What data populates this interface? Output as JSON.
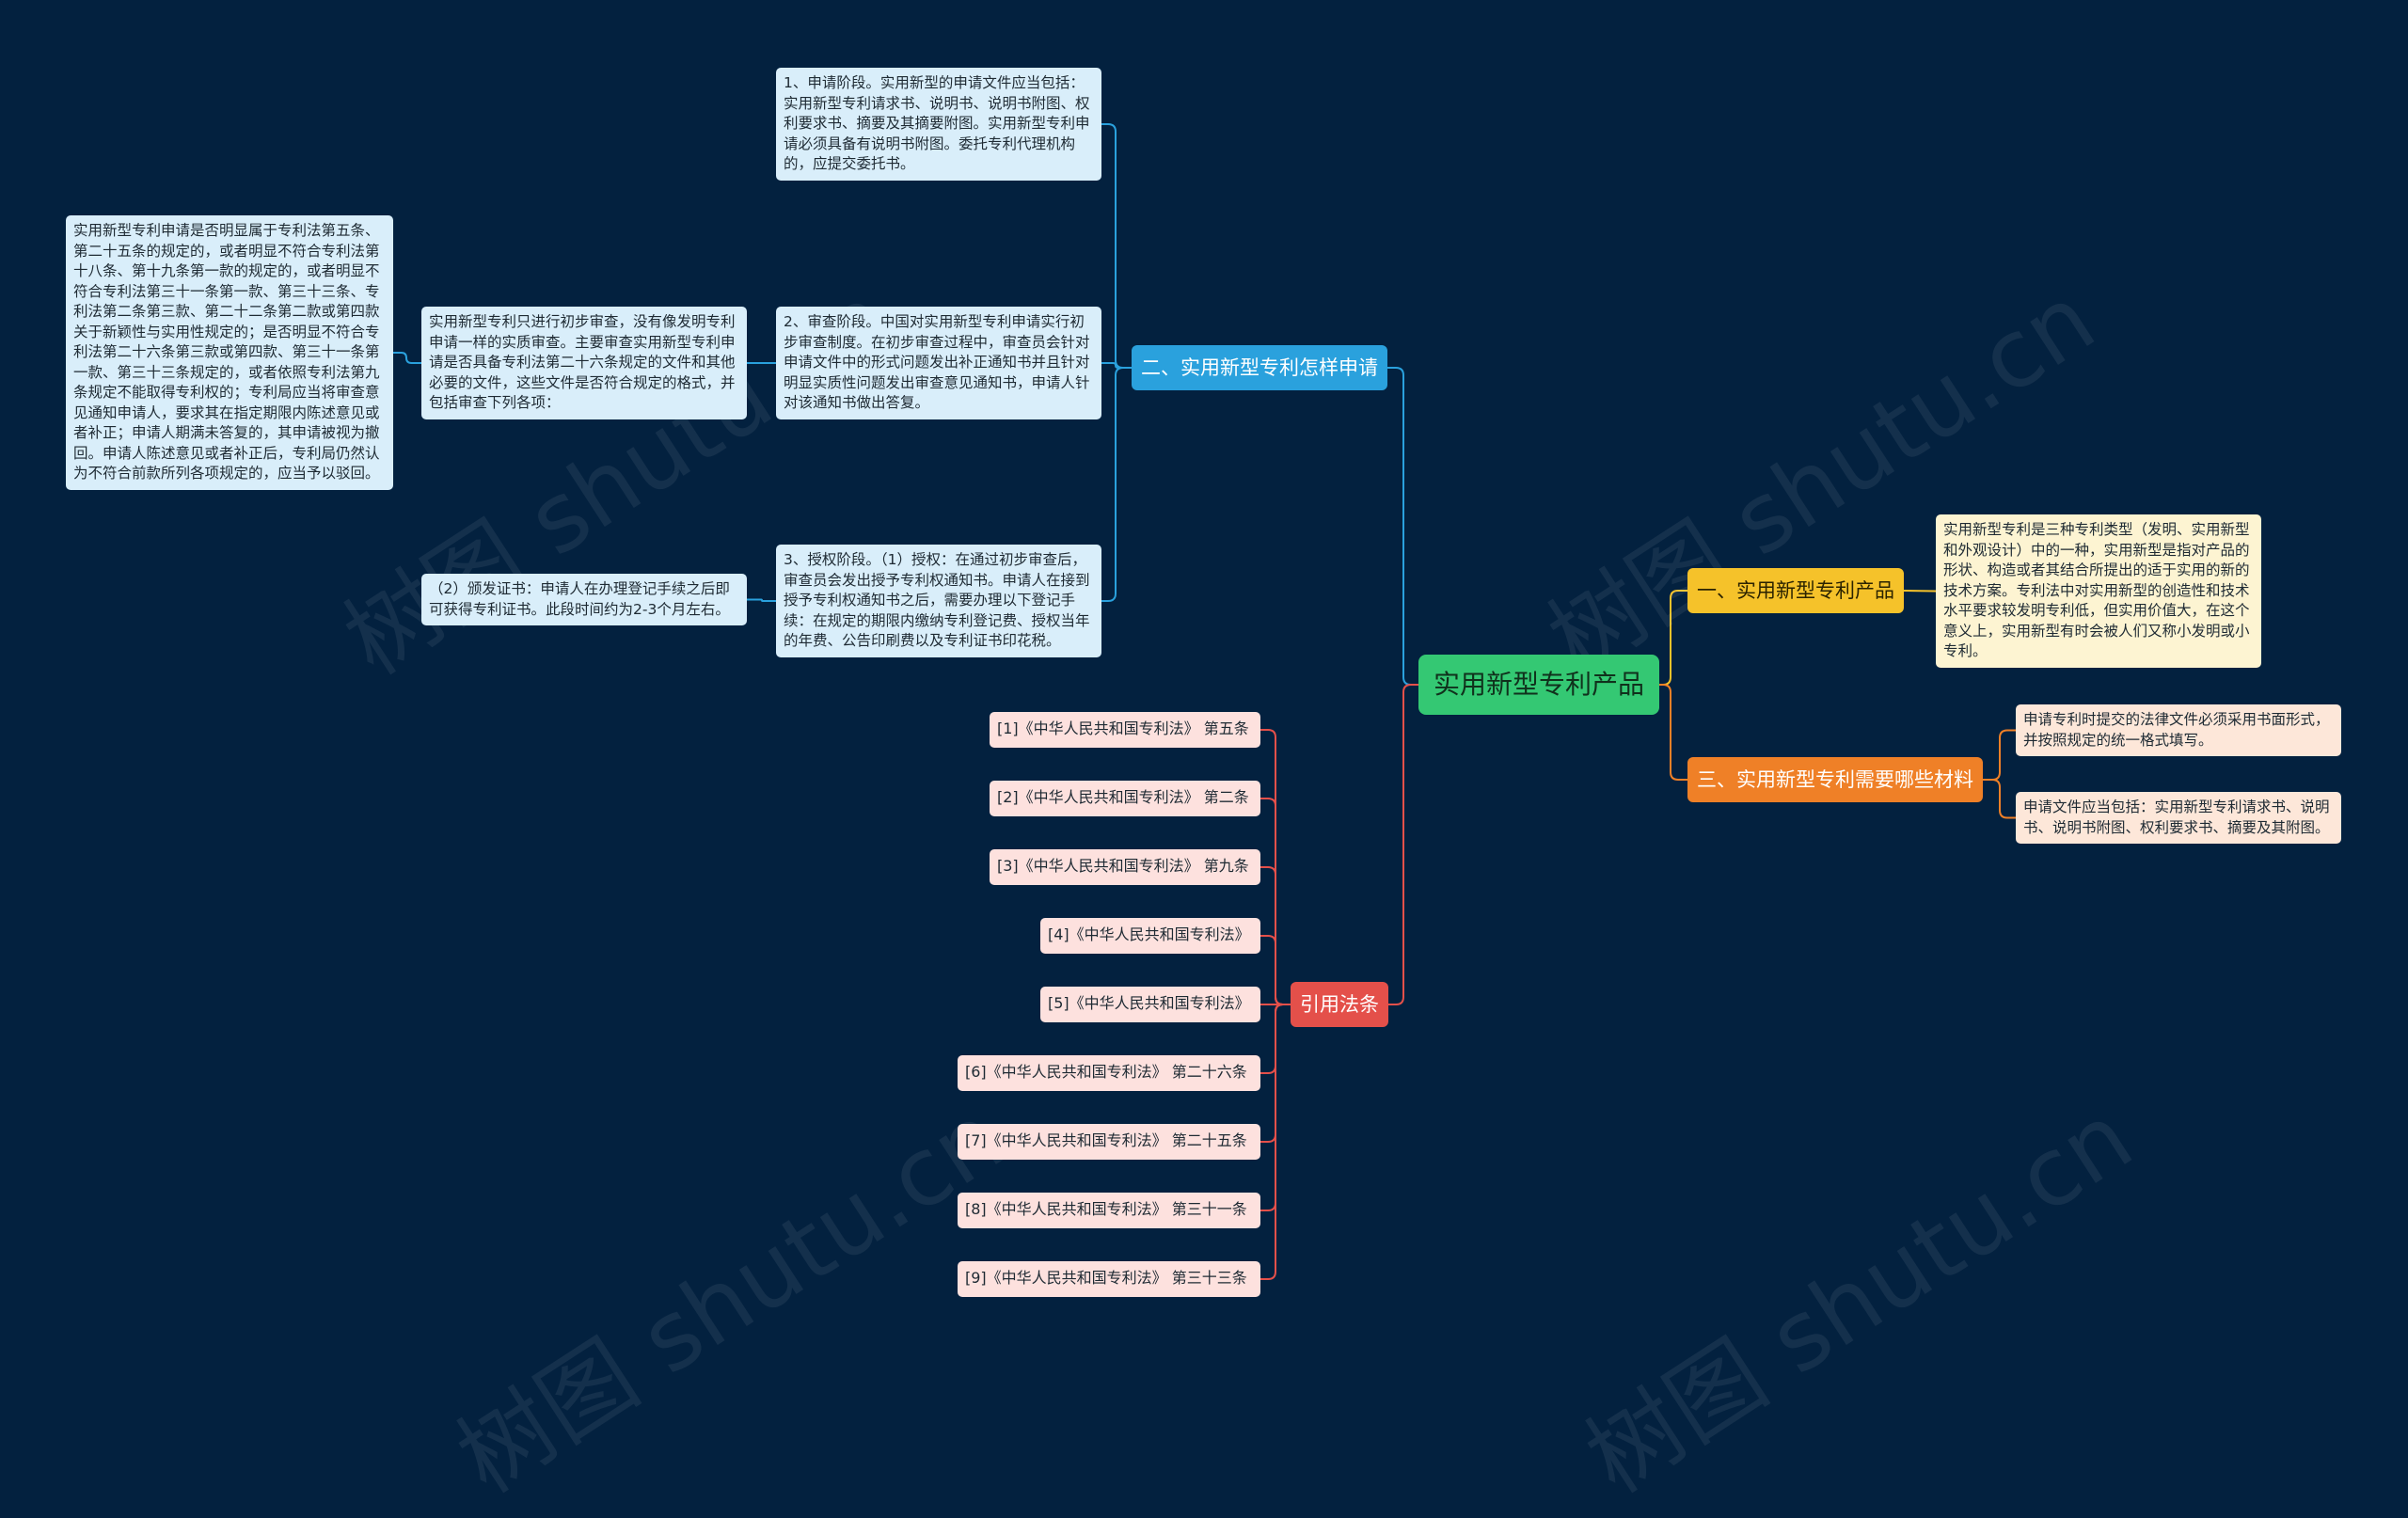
{
  "colors": {
    "background": "#03213f",
    "root": "#34c873",
    "branch_blue": "#2aa1dd",
    "branch_yellow": "#f5c22a",
    "branch_orange": "#ef8027",
    "branch_red": "#e4504a",
    "text_blue": "#d9eefa",
    "text_yellow": "#fdf4d2",
    "text_orange": "#fde7d9",
    "text_red": "#fde1de"
  },
  "watermark": "树图 shutu.cn",
  "root": {
    "label": "实用新型专利产品"
  },
  "branches": {
    "how_to_apply": {
      "label": "二、实用新型专利怎样申请",
      "stage1": "1、申请阶段。实用新型的申请文件应当包括：实用新型专利请求书、说明书、说明书附图、权利要求书、摘要及其摘要附图。实用新型专利申请必须具备有说明书附图。委托专利代理机构的，应提交委托书。",
      "stage2": "2、审查阶段。中国对实用新型专利申请实行初步审查制度。在初步审查过程中，审查员会针对申请文件中的形式问题发出补正通知书并且针对明显实质性问题发出审查意见通知书，申请人针对该通知书做出答复。",
      "stage2_detail": "实用新型专利只进行初步审查，没有像发明专利申请一样的实质审查。主要审查实用新型专利申请是否具备专利法第二十六条规定的文件和其他必要的文件，这些文件是否符合规定的格式，并包括审查下列各项：",
      "stage2_items": "实用新型专利申请是否明显属于专利法第五条、第二十五条的规定的，或者明显不符合专利法第十八条、第十九条第一款的规定的，或者明显不符合专利法第三十一条第一款、第三十三条、专利法第二条第三款、第二十二条第二款或第四款关于新颖性与实用性规定的；是否明显不符合专利法第二十六条第三款或第四款、第三十一条第一款、第三十三条规定的，或者依照专利法第九条规定不能取得专利权的；专利局应当将审查意见通知申请人，要求其在指定期限内陈述意见或者补正；申请人期满未答复的，其申请被视为撤回。申请人陈述意见或者补正后，专利局仍然认为不符合前款所列各项规定的，应当予以驳回。",
      "stage3": "3、授权阶段。（1）授权：在通过初步审查后，审查员会发出授予专利权通知书。申请人在接到授予专利权通知书之后，需要办理以下登记手续：在规定的期限内缴纳专利登记费、授权当年的年费、公告印刷费以及专利证书印花税。",
      "stage3_detail": "（2）颁发证书：申请人在办理登记手续之后即可获得专利证书。此段时间约为2-3个月左右。"
    },
    "product": {
      "label": "一、实用新型专利产品",
      "text": "实用新型专利是三种专利类型（发明、实用新型和外观设计）中的一种，实用新型是指对产品的形状、构造或者其结合所提出的适于实用的新的技术方案。专利法中对实用新型的创造性和技术水平要求较发明专利低，但实用价值大，在这个意义上，实用新型有时会被人们又称小发明或小专利。"
    },
    "materials": {
      "label": "三、实用新型专利需要哪些材料",
      "items": [
        "申请专利时提交的法律文件必须采用书面形式，并按照规定的统一格式填写。",
        "申请文件应当包括：实用新型专利请求书、说明书、说明书附图、权利要求书、摘要及其附图。"
      ]
    },
    "references": {
      "label": "引用法条",
      "items": [
        "[1]《中华人民共和国专利法》 第五条",
        "[2]《中华人民共和国专利法》 第二条",
        "[3]《中华人民共和国专利法》 第九条",
        "[4]《中华人民共和国专利法》",
        "[5]《中华人民共和国专利法》",
        "[6]《中华人民共和国专利法》 第二十六条",
        "[7]《中华人民共和国专利法》 第二十五条",
        "[8]《中华人民共和国专利法》 第三十一条",
        "[9]《中华人民共和国专利法》 第三十三条"
      ]
    }
  }
}
